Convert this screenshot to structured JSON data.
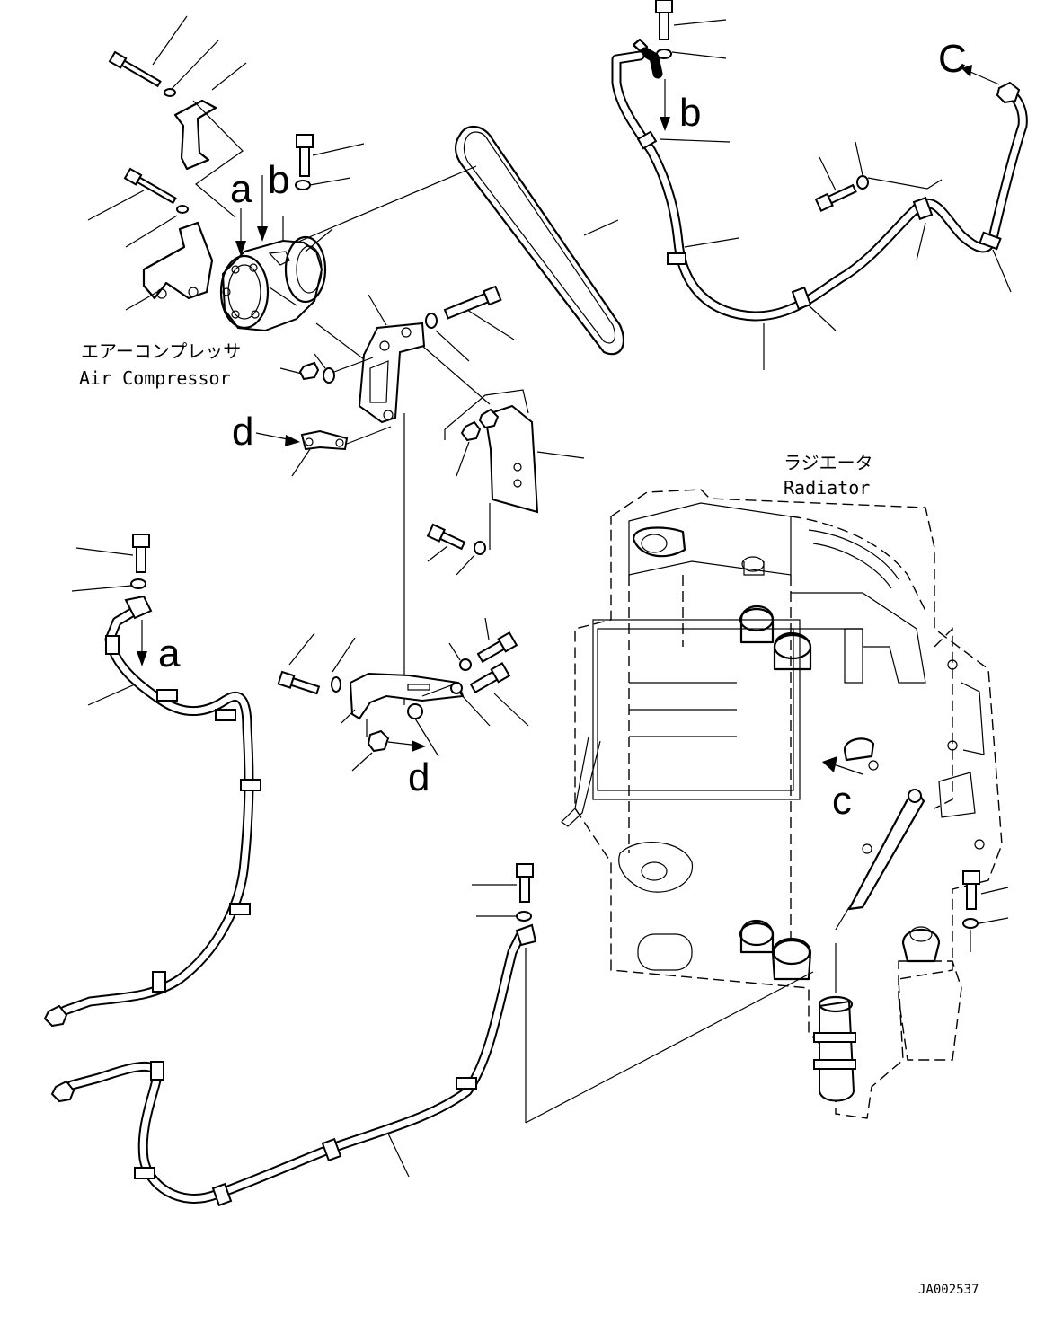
{
  "labels": {
    "compressor_ja": "エアーコンプレッサ",
    "compressor_en": "Air Compressor",
    "radiator_ja": "ラジエータ",
    "radiator_en": "Radiator",
    "drawing_code": "JA002537"
  },
  "callouts": {
    "a_top": "a",
    "b_top": "b",
    "b_right": "b",
    "c_top": "C",
    "c_radiator": "c",
    "d_left": "d",
    "d_bottom": "d",
    "a_left": "a"
  }
}
